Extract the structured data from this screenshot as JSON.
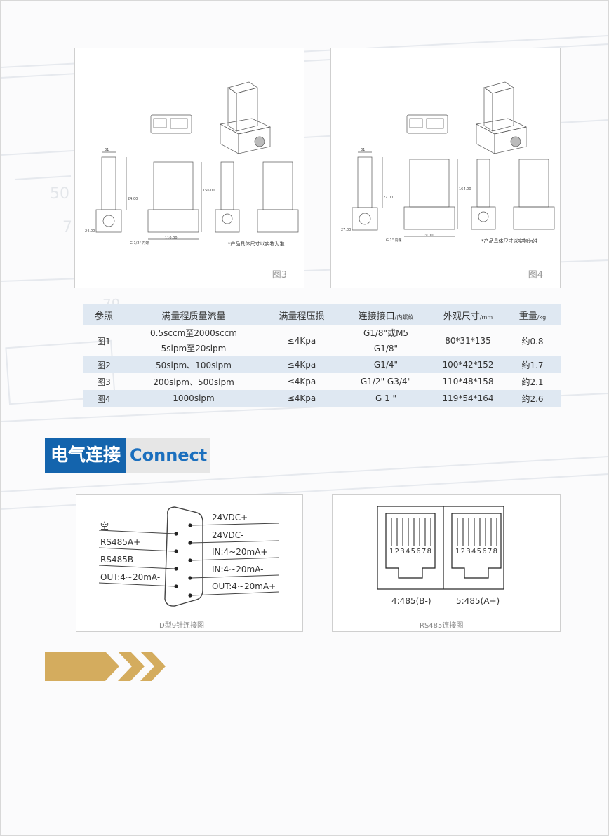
{
  "figures": [
    {
      "label": "图3",
      "note": "*产品具体尺寸以实物为准",
      "thread_label": "G 1/2\" 内螺",
      "dims": [
        "31",
        "24.00",
        "24.00",
        "156.00",
        "110.00"
      ]
    },
    {
      "label": "图4",
      "note": "*产品具体尺寸以实物为准",
      "thread_label": "G 1\" 内螺",
      "dims": [
        "31",
        "27.00",
        "27.00",
        "164.00",
        "119.00"
      ]
    }
  ],
  "spec_table": {
    "headers": {
      "ref": "参照",
      "flow": "满量程质量流量",
      "pressure": "满量程压损",
      "port": "连接接口",
      "port_unit": "/内螺纹",
      "size": "外观尺寸",
      "size_unit": "/mm",
      "weight": "重量",
      "weight_unit": "/kg"
    },
    "rows": [
      {
        "ref": "图1",
        "flow": [
          "0.5sccm至2000sccm",
          "5slpm至20slpm"
        ],
        "pressure": "≤4Kpa",
        "port": [
          "G1/8\"或M5",
          "G1/8\""
        ],
        "size": "80*31*135",
        "weight": "约0.8"
      },
      {
        "ref": "图2",
        "flow": [
          "50slpm、100slpm"
        ],
        "pressure": "≤4Kpa",
        "port": [
          "G1/4\""
        ],
        "size": "100*42*152",
        "weight": "约1.7"
      },
      {
        "ref": "图3",
        "flow": [
          "200slpm、500slpm"
        ],
        "pressure": "≤4Kpa",
        "port": [
          "G1/2\"  G3/4\""
        ],
        "size": "110*48*158",
        "weight": "约2.1"
      },
      {
        "ref": "图4",
        "flow": [
          "1000slpm"
        ],
        "pressure": "≤4Kpa",
        "port": [
          "G 1 \""
        ],
        "size": "119*54*164",
        "weight": "约2.6"
      }
    ]
  },
  "section": {
    "title_cn": "电气连接",
    "title_en": "Connect"
  },
  "dsub": {
    "caption": "D型9针连接图",
    "left_pins": [
      "空",
      "RS485A+",
      "RS485B-",
      "OUT:4~20mA-"
    ],
    "right_pins": [
      "24VDC+",
      "24VDC-",
      "IN:4~20mA+",
      "IN:4~20mA-",
      "OUT:4~20mA+"
    ]
  },
  "rs485": {
    "caption": "RS485连接图",
    "pin_numbers": "12345678",
    "labels": [
      "4:485(B-)",
      "5:485(A+)"
    ]
  }
}
